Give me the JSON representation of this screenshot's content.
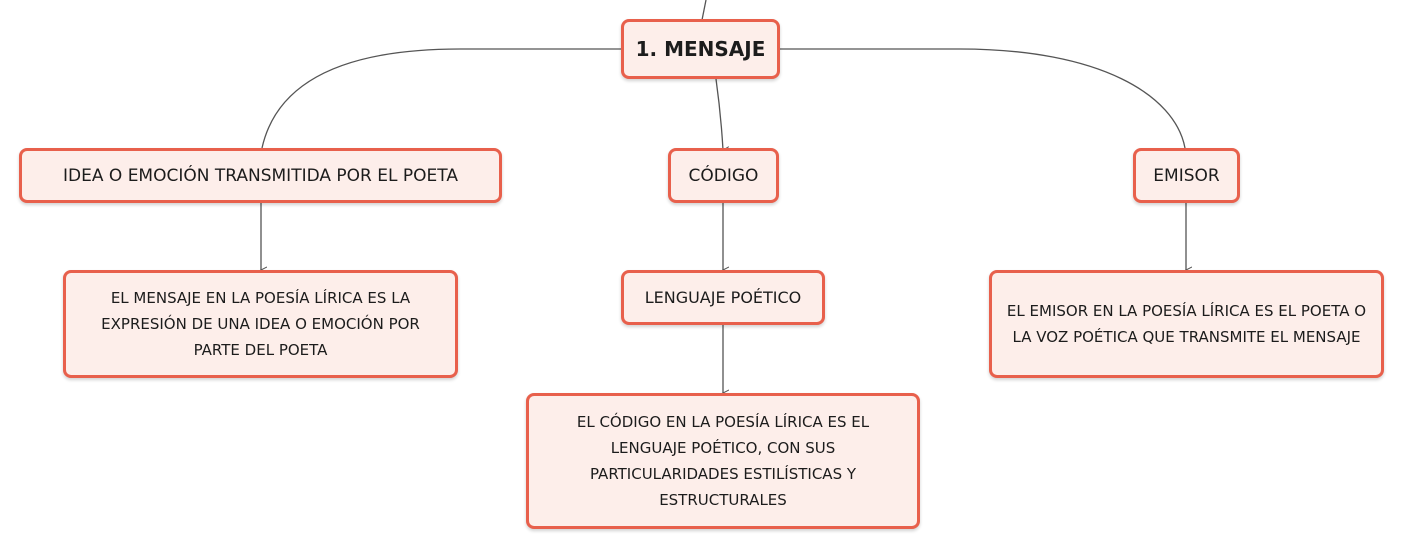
{
  "diagram": {
    "main": {
      "label": "1. MENSAJE"
    },
    "branches": [
      {
        "label": "IDEA O EMOCIÓN TRANSMITIDA POR EL POETA",
        "children": [
          {
            "label": "EL MENSAJE EN LA POESÍA LÍRICA ES LA EXPRESIÓN DE UNA IDEA O EMOCIÓN POR PARTE DEL POETA"
          }
        ]
      },
      {
        "label": "CÓDIGO",
        "children": [
          {
            "label": "LENGUAJE POÉTICO",
            "children": [
              {
                "label": "EL CÓDIGO EN LA POESÍA LÍRICA ES EL LENGUAJE POÉTICO, CON SUS PARTICULARIDADES ESTILÍSTICAS Y ESTRUCTURALES"
              }
            ]
          }
        ]
      },
      {
        "label": "EMISOR",
        "children": [
          {
            "label": "EL EMISOR EN LA POESÍA LÍRICA ES EL POETA O LA VOZ POÉTICA QUE TRANSMITE EL MENSAJE"
          }
        ]
      }
    ],
    "colors": {
      "node_border": "#e8604c",
      "node_fill": "#fdeeea",
      "connector": "#555555",
      "text": "#1c1c1c"
    }
  }
}
